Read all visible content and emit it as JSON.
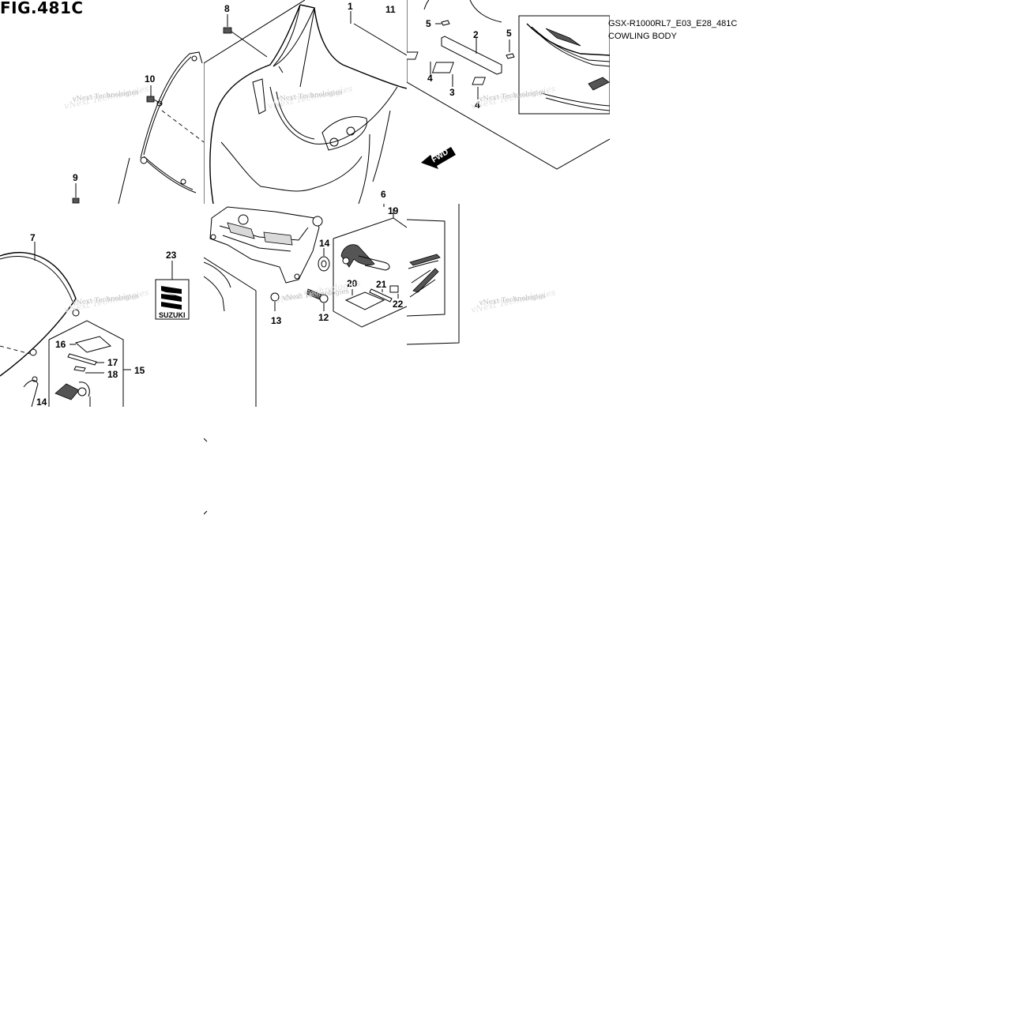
{
  "figure": {
    "title": "FIG.481C",
    "model_code": "GSX-R1000RL7_E03_E28_481C",
    "section_name": "COWLING BODY"
  },
  "watermark": {
    "text": "vNext Technologies"
  },
  "direction_marker": {
    "label": "FWD"
  },
  "decal": {
    "brand": "SUZUKI"
  },
  "callouts": {
    "c1": "1",
    "c2": "2",
    "c3": "3",
    "c4a": "4",
    "c4b": "4",
    "c5a": "5",
    "c5b": "5",
    "c6": "6",
    "c7": "7",
    "c8": "8",
    "c9": "9",
    "c10": "10",
    "c11": "11",
    "c12": "12",
    "c13": "13",
    "c14a": "14",
    "c14b": "14",
    "c15": "15",
    "c16": "16",
    "c17": "17",
    "c18": "18",
    "c19": "19",
    "c20": "20",
    "c21": "21",
    "c22": "22",
    "c23": "23"
  }
}
